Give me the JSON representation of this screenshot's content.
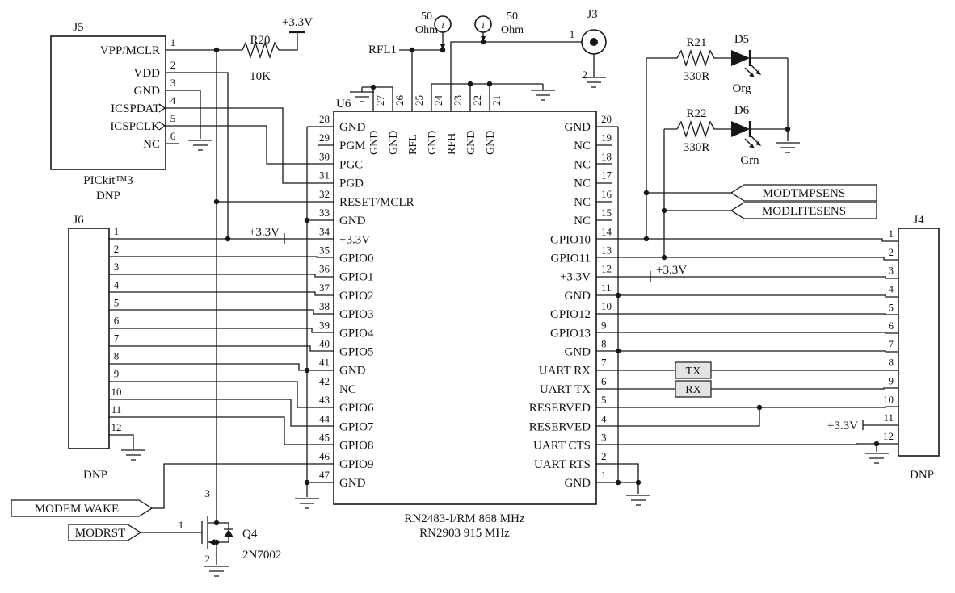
{
  "power_label": "+3.3V",
  "j5": {
    "ref": "J5",
    "caption": "PICkit™3",
    "dnp": "DNP",
    "pins": [
      {
        "num": "1",
        "name": "VPP/MCLR"
      },
      {
        "num": "2",
        "name": "VDD"
      },
      {
        "num": "3",
        "name": "GND"
      },
      {
        "num": "4",
        "name": "ICSPDAT"
      },
      {
        "num": "5",
        "name": "ICSPCLK"
      },
      {
        "num": "6",
        "name": "NC"
      }
    ]
  },
  "j6": {
    "ref": "J6",
    "dnp": "DNP",
    "pins": [
      "1",
      "2",
      "3",
      "4",
      "5",
      "6",
      "7",
      "8",
      "9",
      "10",
      "11",
      "12"
    ]
  },
  "j4": {
    "ref": "J4",
    "dnp": "DNP",
    "pins": [
      "1",
      "2",
      "3",
      "4",
      "5",
      "6",
      "7",
      "8",
      "9",
      "10",
      "11",
      "12"
    ]
  },
  "j3": {
    "ref": "J3",
    "pin1": "1",
    "pin2": "2"
  },
  "u6": {
    "ref": "U6",
    "part_line1": "RN2483-I/RM 868 MHz",
    "part_line2": "RN2903 915 MHz",
    "left": [
      {
        "num": "28",
        "name": "GND"
      },
      {
        "num": "29",
        "name": "PGM"
      },
      {
        "num": "30",
        "name": "PGC"
      },
      {
        "num": "31",
        "name": "PGD"
      },
      {
        "num": "32",
        "name": "RESET/MCLR"
      },
      {
        "num": "33",
        "name": "GND"
      },
      {
        "num": "34",
        "name": "+3.3V"
      },
      {
        "num": "35",
        "name": "GPIO0"
      },
      {
        "num": "36",
        "name": "GPIO1"
      },
      {
        "num": "37",
        "name": "GPIO2"
      },
      {
        "num": "38",
        "name": "GPIO3"
      },
      {
        "num": "39",
        "name": "GPIO4"
      },
      {
        "num": "40",
        "name": "GPIO5"
      },
      {
        "num": "41",
        "name": "GND"
      },
      {
        "num": "42",
        "name": "NC"
      },
      {
        "num": "43",
        "name": "GPIO6"
      },
      {
        "num": "44",
        "name": "GPIO7"
      },
      {
        "num": "45",
        "name": "GPIO8"
      },
      {
        "num": "46",
        "name": "GPIO9"
      },
      {
        "num": "47",
        "name": "GND"
      }
    ],
    "right": [
      {
        "num": "20",
        "name": "GND"
      },
      {
        "num": "19",
        "name": "NC"
      },
      {
        "num": "18",
        "name": "NC"
      },
      {
        "num": "17",
        "name": "NC"
      },
      {
        "num": "16",
        "name": "NC"
      },
      {
        "num": "15",
        "name": "NC"
      },
      {
        "num": "14",
        "name": "GPIO10"
      },
      {
        "num": "13",
        "name": "GPIO11"
      },
      {
        "num": "12",
        "name": "+3.3V"
      },
      {
        "num": "11",
        "name": "GND"
      },
      {
        "num": "10",
        "name": "GPIO12"
      },
      {
        "num": "9",
        "name": "GPIO13"
      },
      {
        "num": "8",
        "name": "GND"
      },
      {
        "num": "7",
        "name": "UART RX"
      },
      {
        "num": "6",
        "name": "UART TX"
      },
      {
        "num": "5",
        "name": "RESERVED"
      },
      {
        "num": "4",
        "name": "RESERVED"
      },
      {
        "num": "3",
        "name": "UART CTS"
      },
      {
        "num": "2",
        "name": "UART RTS"
      },
      {
        "num": "1",
        "name": "GND"
      }
    ],
    "top": [
      {
        "num": "27",
        "name": "GND"
      },
      {
        "num": "26",
        "name": "GND"
      },
      {
        "num": "25",
        "name": "RFL"
      },
      {
        "num": "24",
        "name": "GND"
      },
      {
        "num": "23",
        "name": "RFH"
      },
      {
        "num": "22",
        "name": "GND"
      },
      {
        "num": "21",
        "name": "GND"
      }
    ]
  },
  "r20": {
    "ref": "R20",
    "value": "10K"
  },
  "r21": {
    "ref": "R21",
    "value": "330R"
  },
  "r22": {
    "ref": "R22",
    "value": "330R"
  },
  "d5": {
    "ref": "D5",
    "color_label": "Org"
  },
  "d6": {
    "ref": "D6",
    "color_label": "Grn"
  },
  "q4": {
    "ref": "Q4",
    "part": "2N7002",
    "gate_pin": "1",
    "source_pin": "2",
    "drain_pin": "3"
  },
  "rf": {
    "rfl_label": "RFL1",
    "ohms_line1": "50",
    "ohms_line2": "Ohm",
    "probe_symbol": "i"
  },
  "flags": {
    "modtmpsens": "MODTMPSENS",
    "modlitesens": "MODLITESENS",
    "modem_wake": "MODEM WAKE",
    "modrst": "MODRST",
    "tx": "TX",
    "rx": "RX"
  }
}
